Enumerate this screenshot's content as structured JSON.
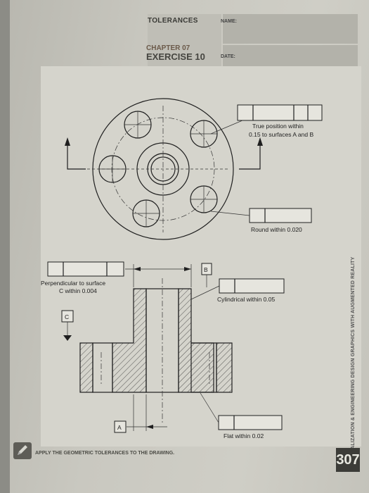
{
  "header": {
    "title": "TOLERANCES",
    "chapter": "CHAPTER 07",
    "exercise": "EXERCISE 10",
    "name_label": "NAME:",
    "date_label": "DATE:"
  },
  "notes": {
    "true_position_1": "True position within",
    "true_position_2": "0.15 to surfaces A and B",
    "round": "Round within 0.020",
    "perp_1": "Perpendicular to surface",
    "perp_2": "C within 0.004",
    "cylindrical": "Cylindrical within 0.05",
    "flat": "Flat within 0.02"
  },
  "datums": {
    "a": "A",
    "b": "B",
    "c": "C"
  },
  "side_text": "VISUALIZATION & ENGINEERING DESIGN GRAPHICS WITH AUGMENTED REALITY",
  "footer": {
    "instruction": "APPLY THE GEOMETRIC TOLERANCES TO THE DRAWING.",
    "page_number": "307"
  },
  "icons": {
    "pencil": "pencil-icon"
  }
}
